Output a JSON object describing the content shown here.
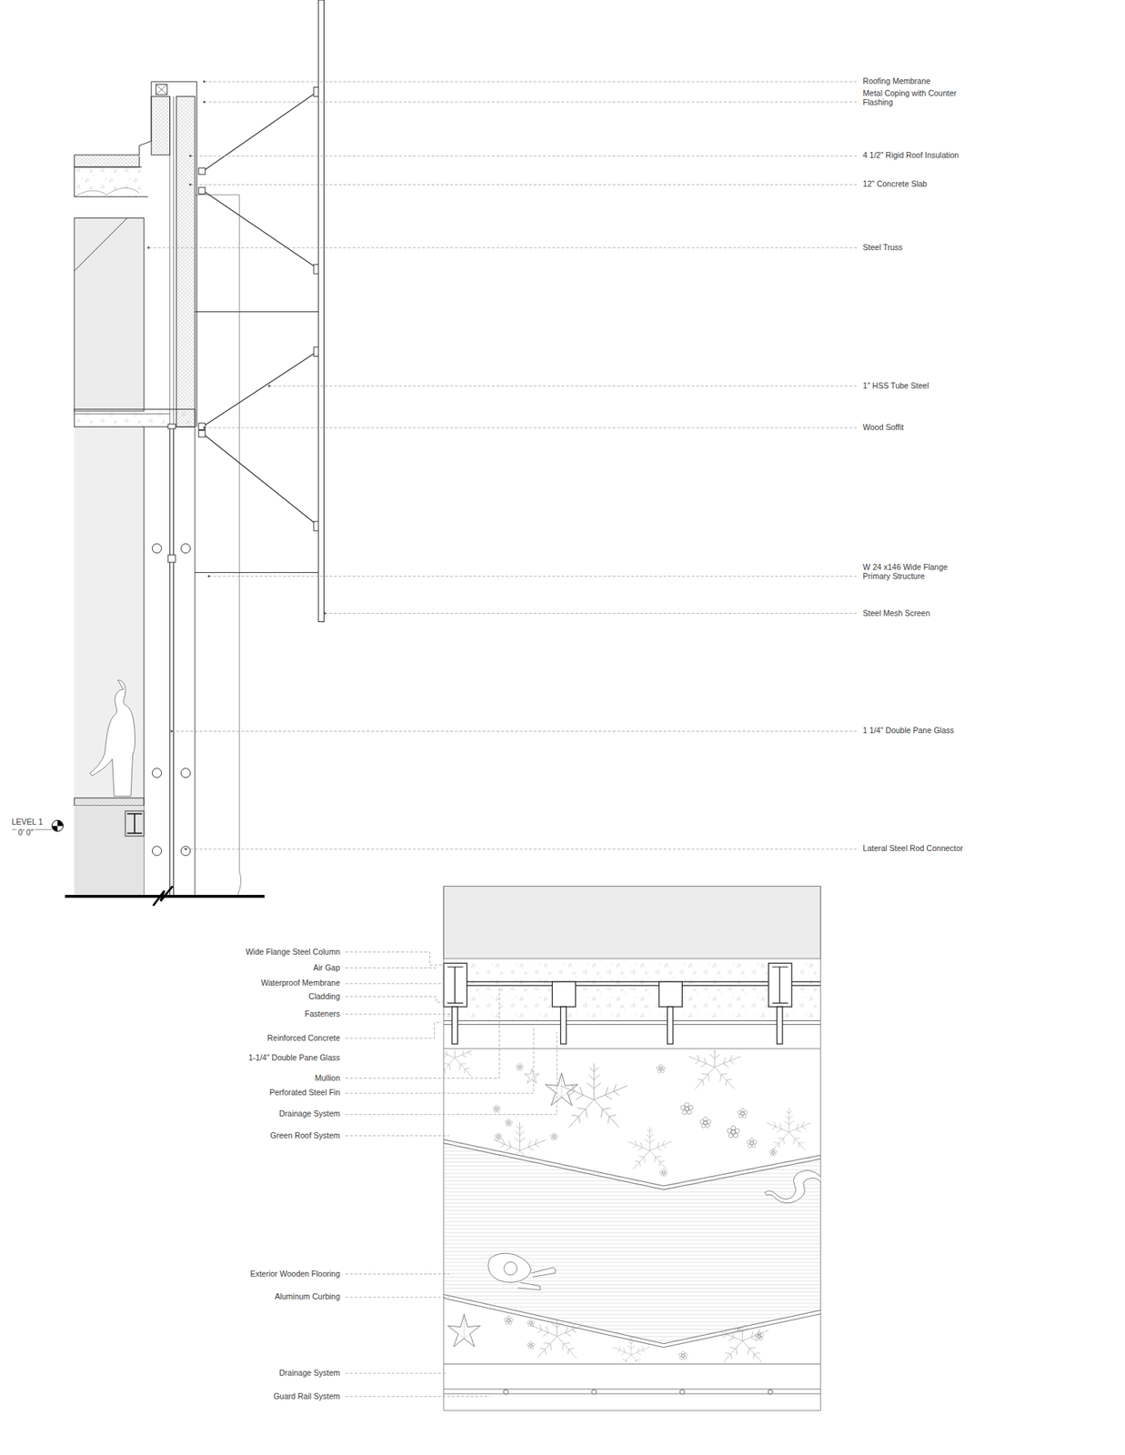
{
  "diagram": {
    "labels": [
      "Roofing Membrane",
      "Metal Coping with Counter Flashing",
      "4 1/2\" Rigid Roof Insulation",
      "12\" Concrete Slab",
      "Steel Truss",
      "1\" HSS Tube Steel",
      "Wood Soffit",
      "W 24 x146 Wide Flange Primary Structure",
      "Steel Mesh Screen",
      "1 1/4\" Double Pane Glass",
      "Lateral Steel Rod Connector",
      "LEVEL 1",
      "0' 0\"",
      "Wide Flange Steel Column",
      "Air Gap",
      "Waterproof Membrane",
      "Cladding",
      "Fasteners",
      "Reinforced Concrete",
      "1-1/4\" Double Pane Glass",
      "Mullion",
      "Perforated Steel Fin",
      "Drainage System",
      "Green Roof System",
      "Exterior Wooden Flooring",
      "Aluminum Curbing",
      "Drainage System",
      "Guard Rail System"
    ]
  }
}
